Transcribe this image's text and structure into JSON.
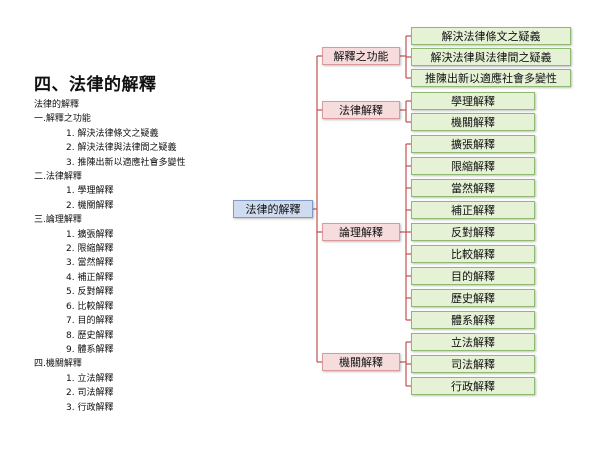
{
  "heading": "四、法律的解釋",
  "outline": {
    "root": "法律的解釋",
    "sections": [
      {
        "label": "一.解釋之功能",
        "items": [
          "1. 解決法律條文之疑義",
          "2. 解決法律與法律間之疑義",
          "3. 推陳出新以適應社會多變性"
        ]
      },
      {
        "label": "二.法律解釋",
        "items": [
          "1. 學理解釋",
          "2. 機關解釋"
        ]
      },
      {
        "label": "三.論理解釋",
        "items": [
          "1. 擴張解釋",
          "2. 限縮解釋",
          "3. 當然解釋",
          "4. 補正解釋",
          "5. 反對解釋",
          "6. 比較解釋",
          "7. 目的解釋",
          "8. 歷史解釋",
          "9. 體系解釋"
        ]
      },
      {
        "label": "四.機關解釋",
        "items": [
          "1. 立法解釋",
          "2. 司法解釋",
          "3. 行政解釋"
        ]
      }
    ]
  },
  "mindmap": {
    "root": "法律的解釋",
    "branches": [
      {
        "label": "解釋之功能",
        "children": [
          "解決法律條文之疑義",
          "解決法律與法律間之疑義",
          "推陳出新以適應社會多變性"
        ]
      },
      {
        "label": "法律解釋",
        "children": [
          "學理解釋",
          "機關解釋"
        ]
      },
      {
        "label": "論理解釋",
        "children": [
          "擴張解釋",
          "限縮解釋",
          "當然解釋",
          "補正解釋",
          "反對解釋",
          "比較解釋",
          "目的解釋",
          "歷史解釋",
          "體系解釋"
        ]
      },
      {
        "label": "機關解釋",
        "children": [
          "立法解釋",
          "司法解釋",
          "行政解釋"
        ]
      }
    ]
  },
  "colors": {
    "root_fill": "#cfdcf0",
    "branch_fill": "#f6dcdc",
    "leaf_fill": "#e6f2d6",
    "connector": "#c0504d"
  }
}
